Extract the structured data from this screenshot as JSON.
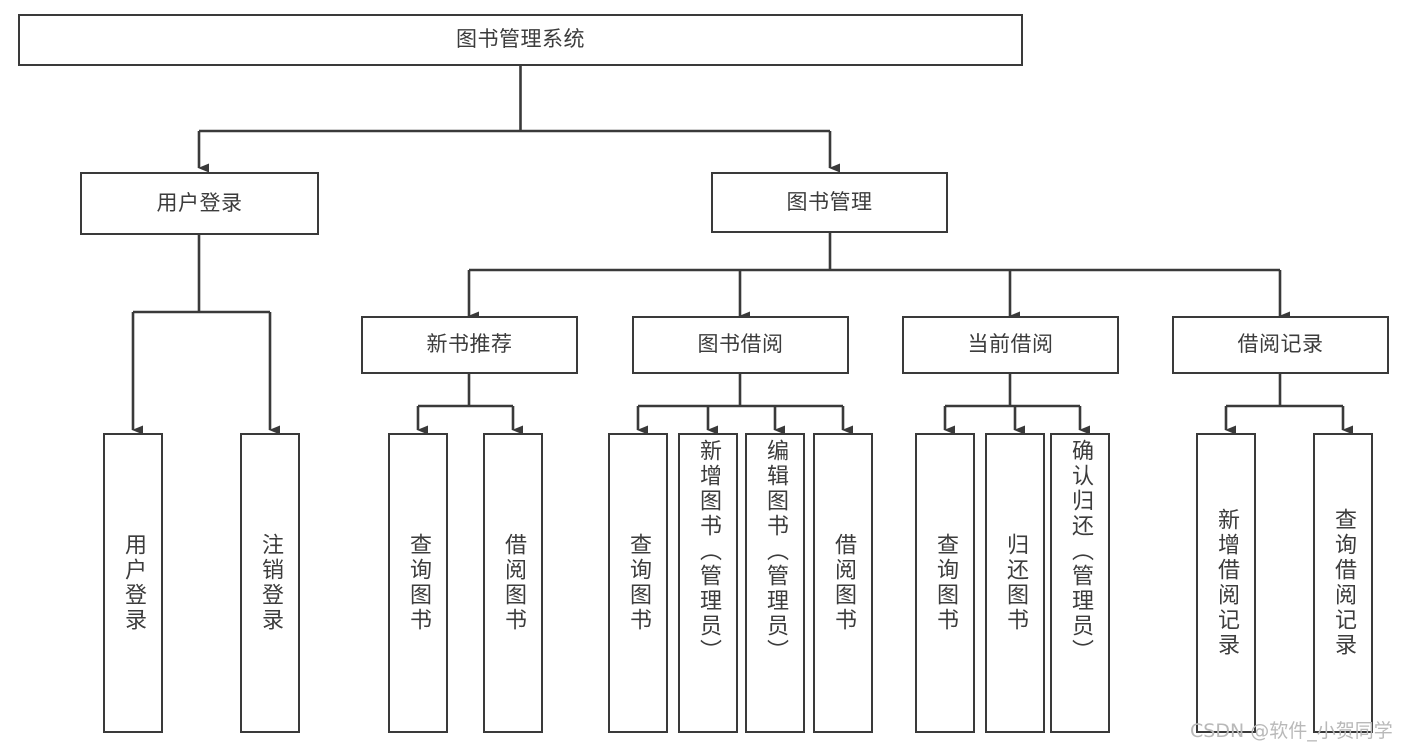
{
  "diagram": {
    "title": "图书管理系统",
    "type": "tree",
    "watermark": "CSDN @软件_小贺同学",
    "colors": {
      "box_border": "#3a3a3a",
      "box_fill": "#ffffff",
      "text": "#3c3c3c",
      "connector": "#3a3a3a",
      "watermark": "#b9b9b9",
      "background": "#ffffff"
    },
    "nodes": {
      "root": {
        "label": "图书管理系统"
      },
      "level1": [
        {
          "id": "user-login",
          "label": "用户登录"
        },
        {
          "id": "book-manage",
          "label": "图书管理"
        }
      ],
      "level2": [
        {
          "id": "new-book-recommend",
          "label": "新书推荐"
        },
        {
          "id": "book-borrow",
          "label": "图书借阅"
        },
        {
          "id": "current-borrow",
          "label": "当前借阅"
        },
        {
          "id": "borrow-record",
          "label": "借阅记录"
        }
      ],
      "leaves": [
        {
          "id": "leaf-user-login",
          "label": "用户登录",
          "parent": "user-login",
          "align": "center"
        },
        {
          "id": "leaf-logout",
          "label": "注销登录",
          "parent": "user-login",
          "align": "center"
        },
        {
          "id": "leaf-query-book-1",
          "label": "查询图书",
          "parent": "new-book-recommend",
          "align": "center"
        },
        {
          "id": "leaf-borrow-book-1",
          "label": "借阅图书",
          "parent": "new-book-recommend",
          "align": "center"
        },
        {
          "id": "leaf-query-book-2",
          "label": "查询图书",
          "parent": "book-borrow",
          "align": "center"
        },
        {
          "id": "leaf-add-book",
          "label": "新增图书（管理员）",
          "parent": "book-borrow",
          "align": "top"
        },
        {
          "id": "leaf-edit-book",
          "label": "编辑图书（管理员）",
          "parent": "book-borrow",
          "align": "top"
        },
        {
          "id": "leaf-borrow-book-2",
          "label": "借阅图书",
          "parent": "book-borrow",
          "align": "center"
        },
        {
          "id": "leaf-query-book-3",
          "label": "查询图书",
          "parent": "current-borrow",
          "align": "center"
        },
        {
          "id": "leaf-return-book",
          "label": "归还图书",
          "parent": "current-borrow",
          "align": "center"
        },
        {
          "id": "leaf-confirm-return",
          "label": "确认归还（管理员）",
          "parent": "current-borrow",
          "align": "top"
        },
        {
          "id": "leaf-add-record",
          "label": "新增借阅记录",
          "parent": "borrow-record",
          "align": "center"
        },
        {
          "id": "leaf-query-record",
          "label": "查询借阅记录",
          "parent": "borrow-record",
          "align": "center"
        }
      ]
    }
  }
}
